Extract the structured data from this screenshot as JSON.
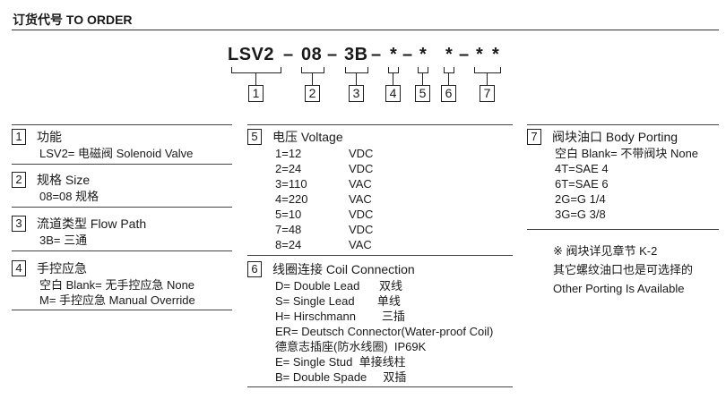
{
  "title": "订货代号 TO ORDER",
  "order_code": {
    "prefix": "LSV2",
    "dash1": "–",
    "size": "08",
    "dash2": "–",
    "path": "3B",
    "dash3": "–",
    "star1": "*",
    "dash4": "–",
    "star2": "*",
    "star3": "*",
    "dash5": "–",
    "star4": "*",
    "star5": "*",
    "boxes": [
      "1",
      "2",
      "3",
      "4",
      "5",
      "6",
      "7"
    ]
  },
  "sections": {
    "s1": {
      "num": "1",
      "title": "功能",
      "lines": [
        "LSV2= 电磁阀 Solenoid Valve"
      ]
    },
    "s2": {
      "num": "2",
      "title": "规格 Size",
      "lines": [
        "08=08 规格"
      ]
    },
    "s3": {
      "num": "3",
      "title": "流道类型 Flow Path",
      "lines": [
        "3B= 三通"
      ]
    },
    "s4": {
      "num": "4",
      "title": "手控应急",
      "lines": [
        "空白 Blank= 无手控应急 None",
        "M= 手控应急 Manual Override"
      ]
    },
    "s5": {
      "num": "5",
      "title": "电压 Voltage",
      "rows": [
        {
          "k": "1=12",
          "v": "VDC"
        },
        {
          "k": "2=24",
          "v": "VDC"
        },
        {
          "k": "3=110",
          "v": "VAC"
        },
        {
          "k": "4=220",
          "v": "VAC"
        },
        {
          "k": "5=10",
          "v": "VDC"
        },
        {
          "k": "7=48",
          "v": "VDC"
        },
        {
          "k": "8=24",
          "v": "VAC"
        }
      ]
    },
    "s6": {
      "num": "6",
      "title": "线圈连接 Coil Connection",
      "lines": [
        "D= Double Lead      双线",
        "S= Single Lead       单线",
        "H= Hirschmann        三插",
        "ER= Deutsch Connector(Water-proof Coil)",
        "德意志插座(防水线圈)  IP69K",
        "E= Single Stud  单接线柱",
        "B= Double Spade     双插"
      ]
    },
    "s7": {
      "num": "7",
      "title": "阀块油口 Body Porting",
      "lines": [
        "空白 Blank= 不带阀块 None",
        "4T=SAE 4",
        "6T=SAE 6",
        "2G=G 1/4",
        "3G=G 3/8"
      ]
    }
  },
  "notes": [
    "※ 阀块详见章节 K-2",
    "其它螺纹油口也是可选择的",
    "Other Porting Is Available"
  ]
}
